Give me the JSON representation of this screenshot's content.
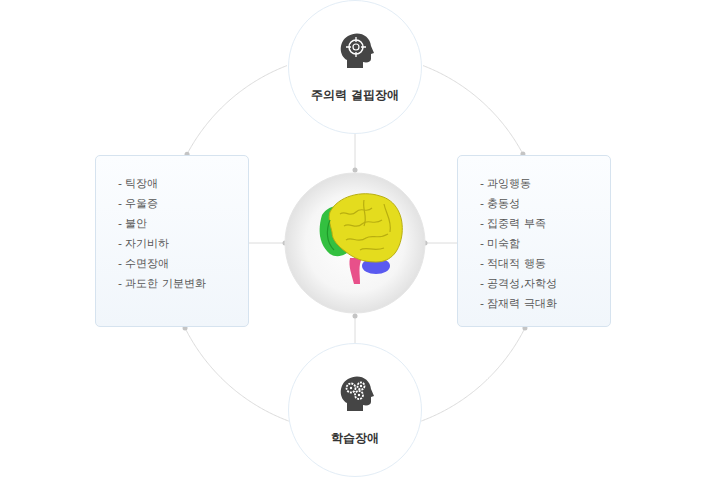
{
  "diagram": {
    "nodes": [
      {
        "text": [
          "주의력 결핍장애"
        ]
      },
      {
        "text": [
          "- 틱장애",
          "- 우울증",
          "- 불안",
          "- 자기비하",
          "- 수면장애",
          "- 과도한 기분변화"
        ]
      },
      {
        "text": [
          "- 과잉행동",
          "- 충동성",
          "- 집중력 부족",
          "- 미숙함",
          "- 적대적 행동",
          "- 공격성,자학성",
          "- 잠재력 극대화"
        ]
      },
      {
        "text": [
          "학습장애"
        ]
      }
    ],
    "edges": [
      {
        "from": 0,
        "to": 1,
        "arrow": "none"
      },
      {
        "from": 0,
        "to": 2,
        "arrow": "none"
      },
      {
        "from": 1,
        "to": 3,
        "arrow": "none"
      },
      {
        "from": 2,
        "to": 3,
        "arrow": "none"
      }
    ]
  }
}
